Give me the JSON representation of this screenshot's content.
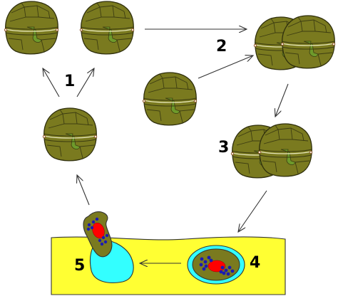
{
  "labels": {
    "step1": "1",
    "step2": "2",
    "step3": "3",
    "step4": "4",
    "step5": "5"
  },
  "colors": {
    "cell": "#7a7a1f",
    "host_tissue": "#ffff33",
    "cyst_wall": "#33ffff",
    "nucleus": "#ff0000",
    "granules": "#1a1ab3",
    "flagellum": "#7a3a12",
    "arrow": "#333333"
  }
}
